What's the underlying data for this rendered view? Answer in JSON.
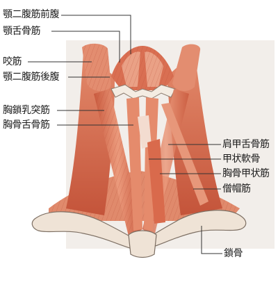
{
  "labels": {
    "digastric_anterior": "顎二腹筋前腹",
    "mylohyoid": "顎舌骨筋",
    "masseter": "咬筋",
    "digastric_posterior": "顎二腹筋後腹",
    "sternocleidomastoid": "胸鎖乳突筋",
    "sternohyoid": "胸骨舌骨筋",
    "omohyoid": "肩甲舌骨筋",
    "thyroid_cartilage": "甲状軟骨",
    "sternothyroid": "胸骨甲状筋",
    "trapezius": "僧帽筋",
    "clavicle": "鎖骨"
  },
  "colors": {
    "muscle": "#dd7a5a",
    "muscle_dark": "#b84a32",
    "muscle_light": "#f0b7a0",
    "bone": "#efe3d6",
    "bone_edge": "#7d6f63",
    "background_panel": "#f2eeea",
    "leader_line": "#333333"
  }
}
